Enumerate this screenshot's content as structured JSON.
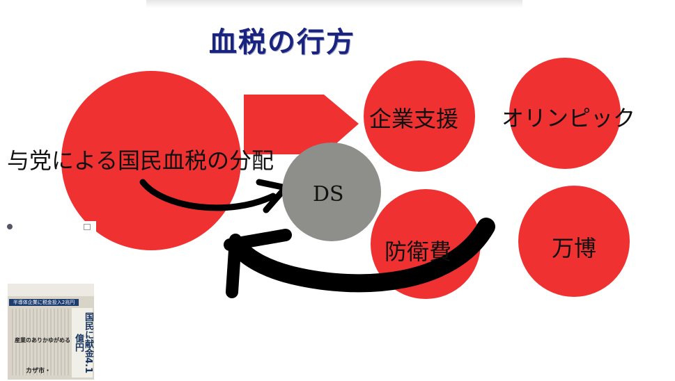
{
  "title": "血税の行方",
  "main_label": "与党による国民血税の分配",
  "center_label": "DS",
  "destinations": {
    "business": "企業支援",
    "olympics": "オリンピック",
    "defense": "防衛費",
    "expo": "万博"
  },
  "newspaper": {
    "banner": "半導体企業に税金投入2兆円",
    "side_headline": "国民に献金4.1億円",
    "mid_text": "産業のありかゆがめる",
    "bottom_text": "カザ市・"
  },
  "colors": {
    "red_circle": "#ef3131",
    "ds_circle": "#8e8e8a",
    "title": "#1a237e",
    "arrow": "#000000"
  }
}
